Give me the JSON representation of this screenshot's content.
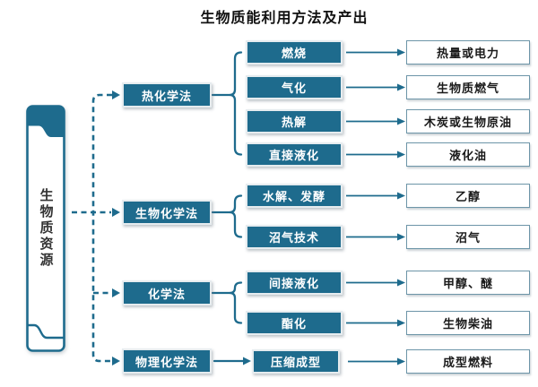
{
  "title": "生物质能利用方法及产出",
  "source": {
    "label": "生物质资源"
  },
  "groups": [
    {
      "method": "热化学法",
      "branches": [
        {
          "process": "燃烧",
          "output": "热量或电力"
        },
        {
          "process": "气化",
          "output": "生物质燃气"
        },
        {
          "process": "热解",
          "output": "木炭或生物原油"
        },
        {
          "process": "直接液化",
          "output": "液化油"
        }
      ]
    },
    {
      "method": "生物化学法",
      "branches": [
        {
          "process": "水解、发酵",
          "output": "乙醇"
        },
        {
          "process": "沼气技术",
          "output": "沼气"
        }
      ]
    },
    {
      "method": "化学法",
      "branches": [
        {
          "process": "间接液化",
          "output": "甲醇、醚"
        },
        {
          "process": "酯化",
          "output": "生物柴油"
        }
      ]
    },
    {
      "method": "物理化学法",
      "branches": [
        {
          "process": "压缩成型",
          "output": "成型燃料"
        }
      ]
    }
  ],
  "colors": {
    "accent_teal": "#1E6B8D",
    "output_border": "#6D95A8",
    "text_dark": "#1A1A1A"
  }
}
